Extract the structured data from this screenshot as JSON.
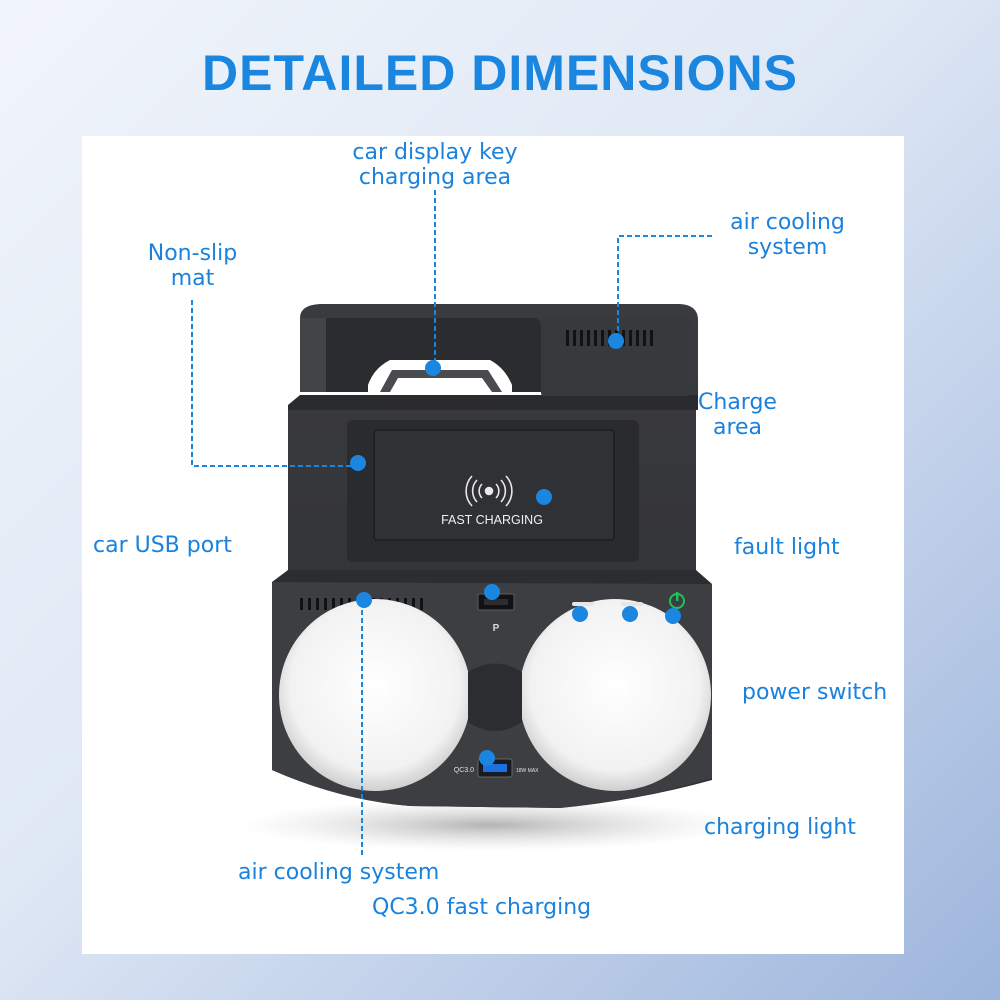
{
  "title": "DETAILED DIMENSIONS",
  "colors": {
    "accent": "#1a86e0",
    "label": "#1a82dc",
    "device_body": "#3b3c40",
    "indicator_green": "#22c25a"
  },
  "device": {
    "pad_text": "FAST CHARGING",
    "usb_top_mark": "P",
    "usb_bottom_left_text": "QC3.0",
    "usb_bottom_right_text": "18W MAX",
    "wireless_icon": "wireless-charging-icon",
    "power_icon": "power-icon"
  },
  "labels": {
    "car_display_key_line1": "car display key",
    "car_display_key_line2": "charging area",
    "air_cooling_top_line1": "air cooling",
    "air_cooling_top_line2": "system",
    "non_slip_line1": "Non-slip",
    "non_slip_line2": "mat",
    "charge_area_line1": "Charge",
    "charge_area_line2": "area",
    "car_usb_port": "car USB port",
    "fault_light": "fault light",
    "power_switch": "power switch",
    "charging_light": "charging light",
    "air_cooling_bottom": "air cooling system",
    "qc30": "QC3.0 fast charging"
  }
}
